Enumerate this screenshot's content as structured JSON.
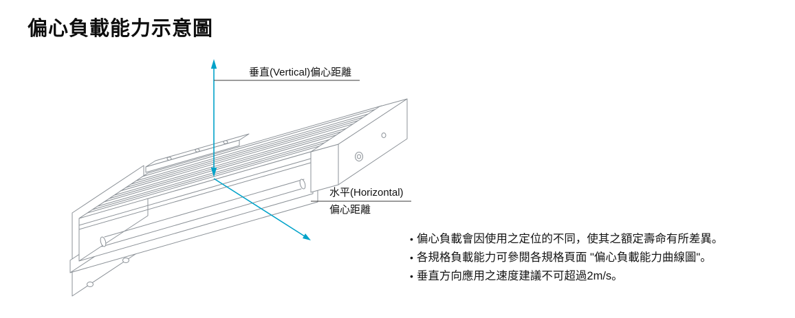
{
  "title": "偏心負載能力示意圖",
  "diagram": {
    "vertical_label": "垂直(Vertical)偏心距離",
    "horizontal_label_line1": "水平(Horizontal)",
    "horizontal_label_line2": "偏心距離",
    "accent_color": "#00A2C9",
    "line_color": "#8B9197"
  },
  "notes": {
    "bullet": "•",
    "items": [
      "偏心負載會因使用之定位的不同，使其之額定壽命有所差異。",
      "各規格負載能力可參閱各規格頁面 \"偏心負載能力曲線圖\"。",
      "垂直方向應用之速度建議不可超過2m/s。"
    ]
  }
}
